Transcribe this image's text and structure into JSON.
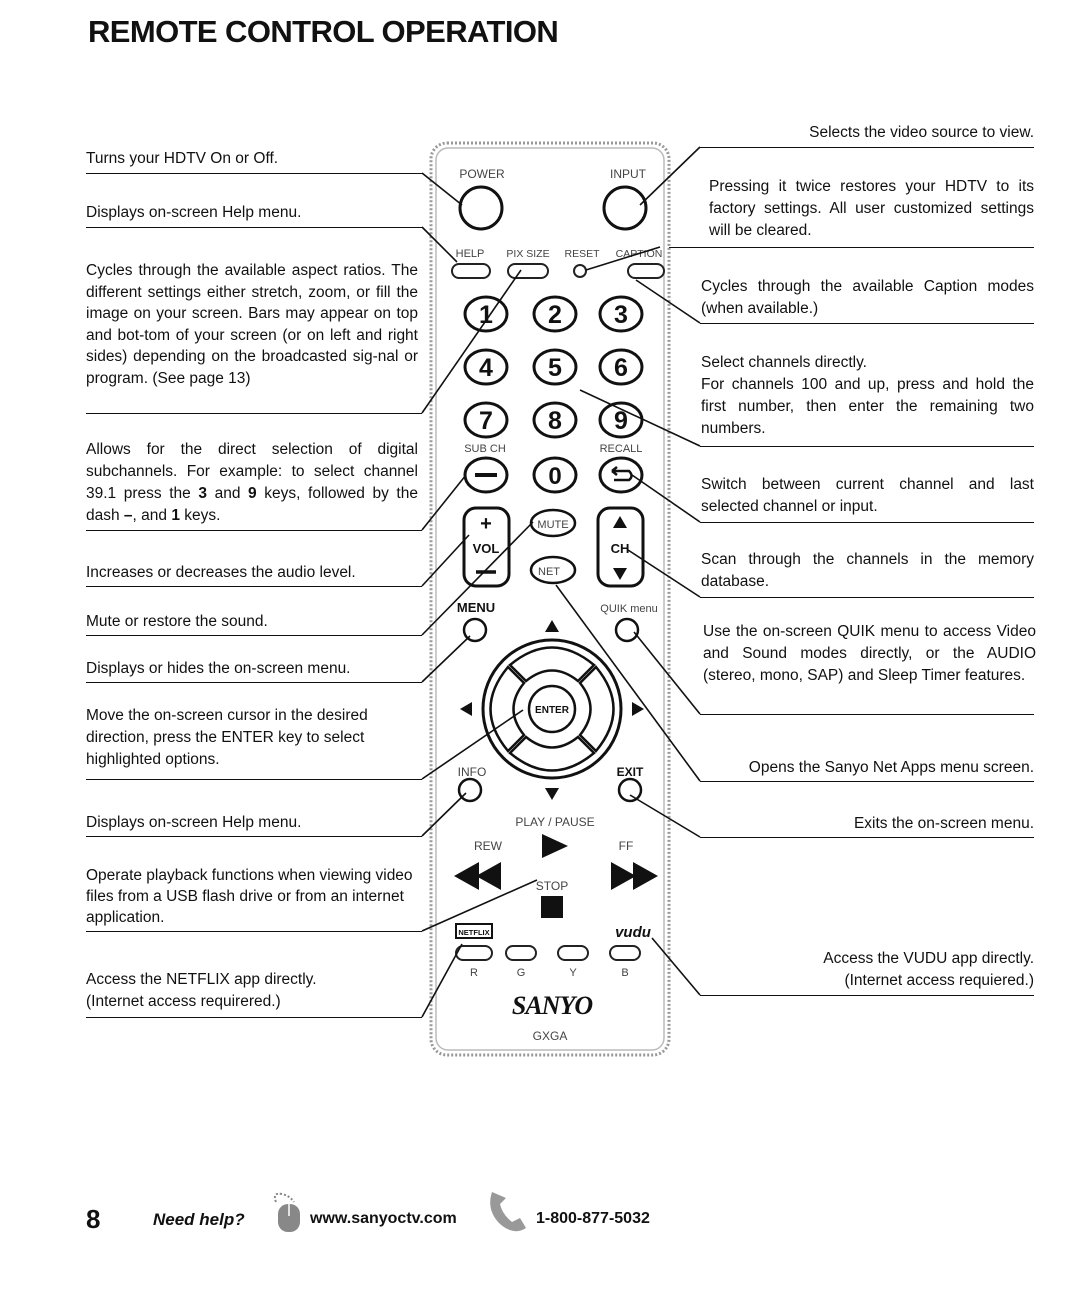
{
  "page": {
    "title": "REMOTE CONTROL OPERATION",
    "page_number": "8",
    "need_help": "Need help?",
    "website": "www.sanyoctv.com",
    "phone": "1-800-877-5032"
  },
  "left": {
    "power": "Turns your HDTV On or Off.",
    "help": "Displays on-screen Help menu.",
    "aspect": "Cycles through the available aspect ratios. The different settings either stretch, zoom, or fill the image on your screen. Bars may appear on top and bot-tom of your screen (or on left and right sides) depending on the broadcasted sig-nal or program. (See page 13)",
    "subch_a": "Allows for the direct selection of  digital subchannels. For example: to select channel 39.1 press the ",
    "subch_k1": "3",
    "subch_and": " and ",
    "subch_k2": "9",
    "subch_b": " keys, followed by the dash ",
    "subch_dash": "–",
    "subch_c": ", and ",
    "subch_k3": "1",
    "subch_d": " keys.",
    "volume": "Increases or decreases the audio level.",
    "mute": "Mute or restore the sound.",
    "menu": "Displays or hides the on-screen menu.",
    "cursor": "Move the on-screen cursor in the desired direction, press the ENTER key to select highlighted options.",
    "info": "Displays on-screen Help menu.",
    "playback": "Operate playback functions when viewing video files from a USB flash drive or from an internet application.",
    "netflix_1": "Access the NETFLIX app directly.",
    "netflix_2": "(Internet access requirered.)"
  },
  "right": {
    "input": "Selects the video source to view.",
    "reset": "Pressing it twice restores your HDTV to its factory settings. All user customized settings will be cleared.",
    "caption": "Cycles through the available Caption modes (when available.)",
    "channels_1": "Select channels directly.",
    "channels_2": "For channels 100 and up, press and hold the first number, then enter the remaining two numbers.",
    "recall": "Switch between current channel and last selected channel or input.",
    "ch_scan": "Scan through the channels in the memory database.",
    "quik": "Use the on-screen QUIK menu  to access Video and Sound modes directly, or the AUDIO (stereo, mono, SAP) and Sleep Timer features.",
    "net": "Opens the Sanyo Net Apps menu screen.",
    "exit": "Exits the on-screen menu.",
    "vudu_1": "Access the VUDU app directly.",
    "vudu_2": "(Internet access requiered.)"
  },
  "remote": {
    "power": "POWER",
    "input": "INPUT",
    "help": "HELP",
    "pix_size": "PIX SIZE",
    "reset": "RESET",
    "caption": "CAPTION",
    "digits": [
      "1",
      "2",
      "3",
      "4",
      "5",
      "6",
      "7",
      "8",
      "9"
    ],
    "sub_ch": "SUB CH",
    "recall": "RECALL",
    "zero": "0",
    "vol": "VOL",
    "ch": "CH",
    "mute": "MUTE",
    "net": "NET",
    "menu": "MENU",
    "quik": "QUIK menu",
    "enter": "ENTER",
    "info": "INFO",
    "exit": "EXIT",
    "play_pause": "PLAY / PAUSE",
    "rew": "REW",
    "ff": "FF",
    "stop": "STOP",
    "netflix": "NETFLIX",
    "vudu": "vudu",
    "r": "R",
    "g": "G",
    "y": "Y",
    "b": "B",
    "brand": "SANYO",
    "model": "GXGA"
  }
}
